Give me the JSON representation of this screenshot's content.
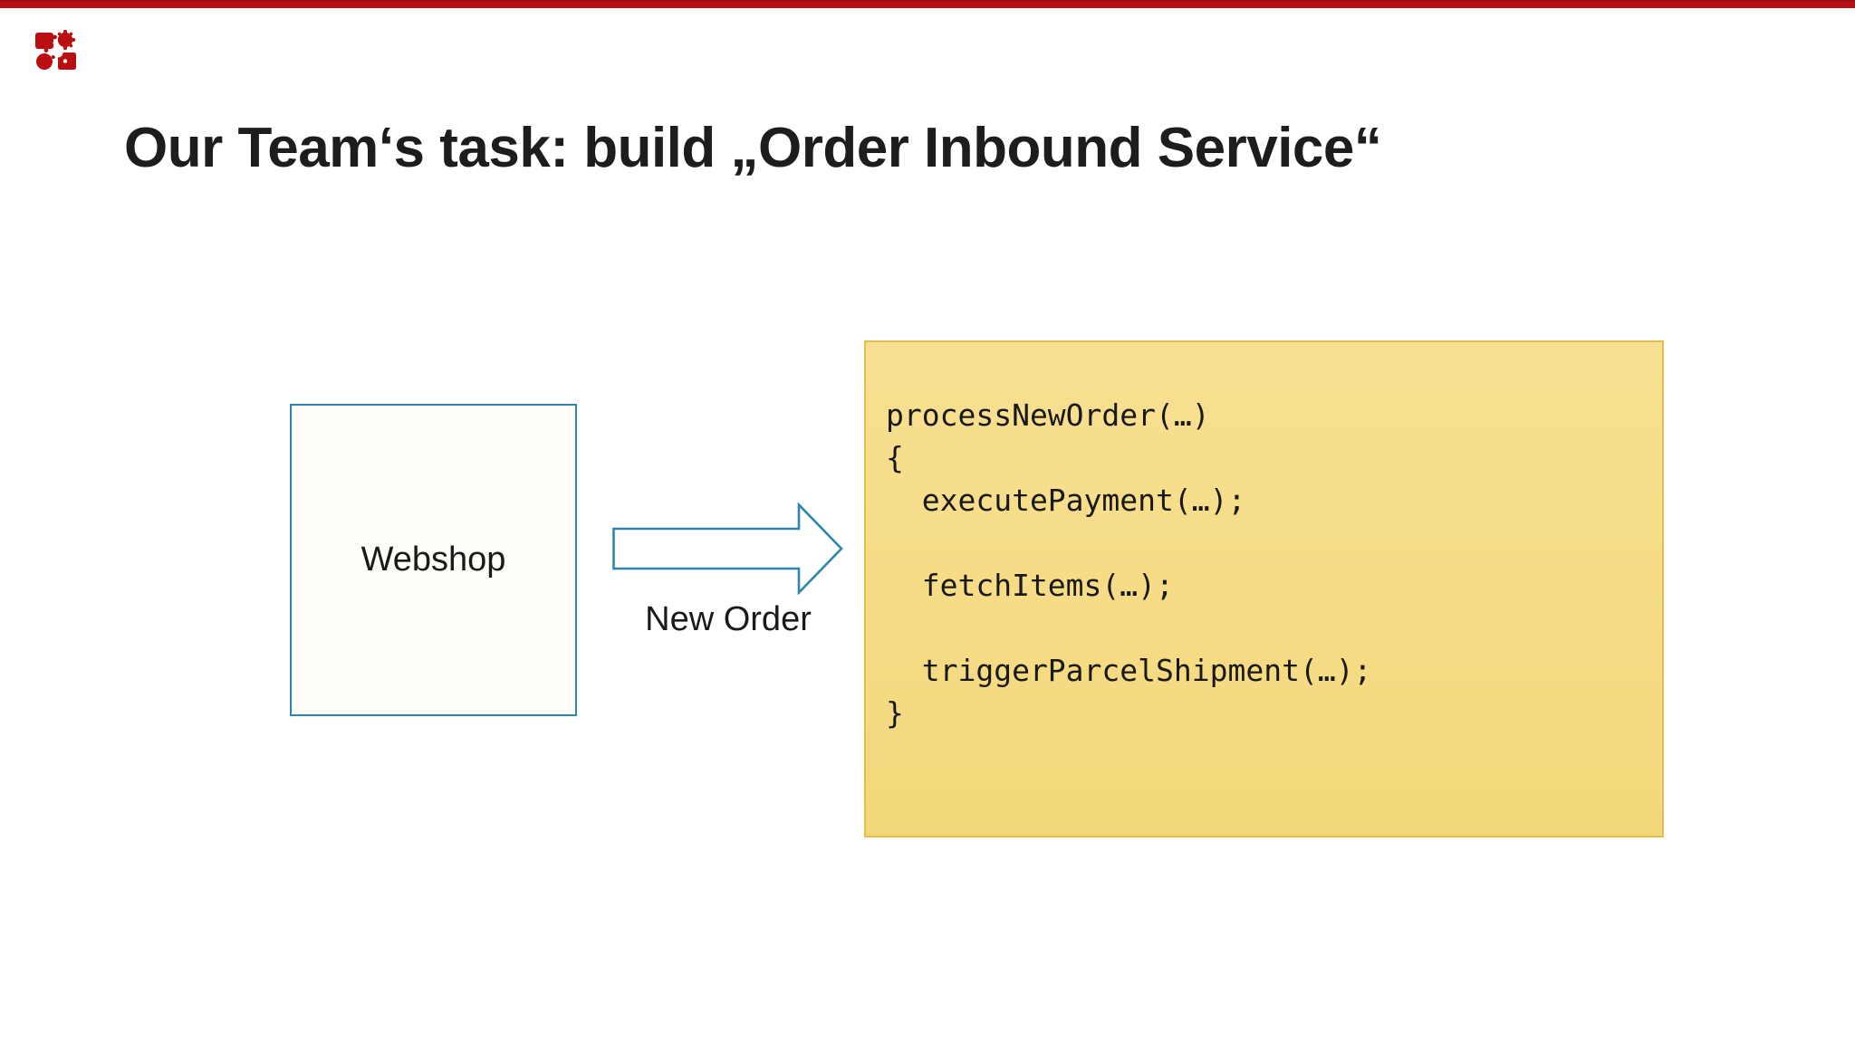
{
  "slide": {
    "title": "Our Team‘s task: build „Order Inbound Service“"
  },
  "diagram": {
    "webshop_label": "Webshop",
    "arrow_label": "New Order",
    "code_lines": [
      "processNewOrder(…)",
      "{",
      "  executePayment(…);",
      "",
      "  fetchItems(…);",
      "",
      "  triggerParcelShipment(…);",
      "}"
    ]
  },
  "icons": {
    "logo": "gears-logo"
  },
  "colors": {
    "accent_red": "#b90f13",
    "accent_red_dark": "#9a0c0f",
    "accent_teal": "#2e86ad",
    "code_bg_top": "#f8e093",
    "code_bg_bottom": "#f3d87a",
    "code_border": "#e2bf4b",
    "text_dark": "#1d1d1d"
  }
}
